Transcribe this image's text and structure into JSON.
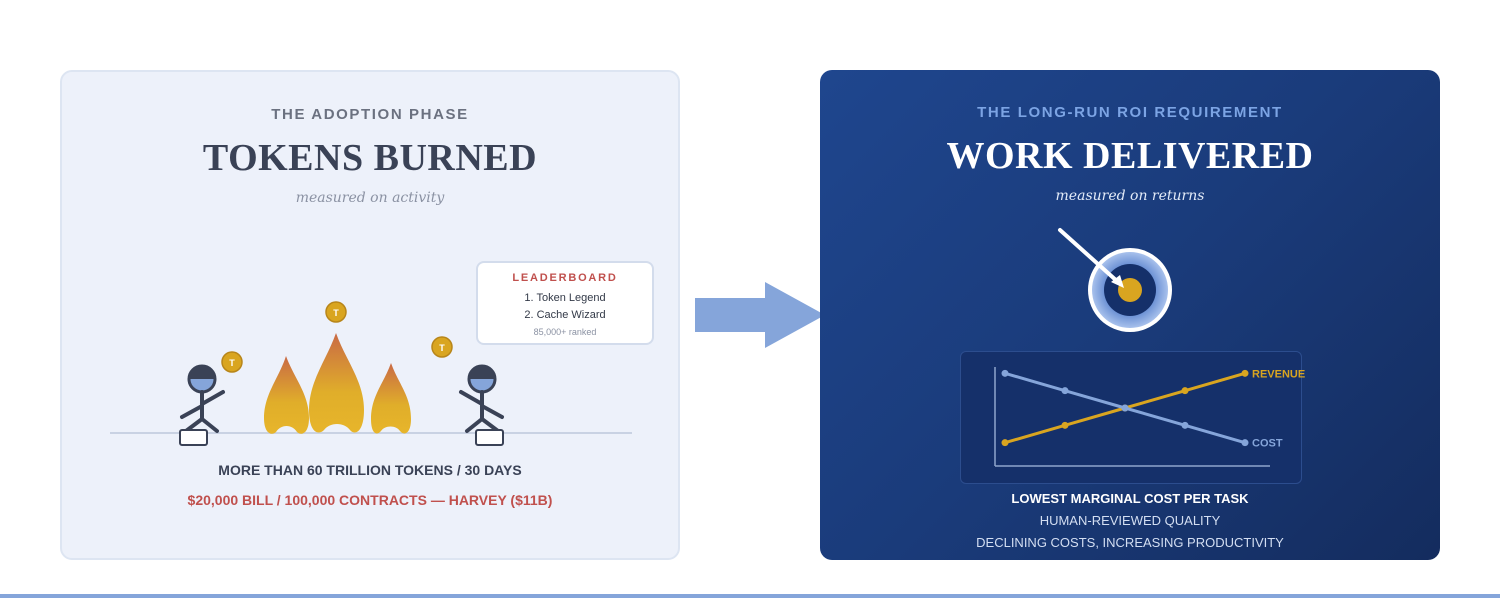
{
  "left": {
    "kicker": "THE ADOPTION PHASE",
    "title": "TOKENS BURNED",
    "subtitle": "measured on activity",
    "coin_letter": "T",
    "leaderboard": {
      "title": "LEADERBOARD",
      "items": [
        "1. Token Legend",
        "2. Cache Wizard"
      ],
      "note": "85,000+ ranked"
    },
    "stat_main": "MORE THAN 60 TRILLION TOKENS / 30 DAYS",
    "stat_sub": "$20,000 BILL / 100,000 CONTRACTS — HARVEY ($11B)"
  },
  "right": {
    "kicker": "THE LONG-RUN ROI REQUIREMENT",
    "title": "WORK DELIVERED",
    "subtitle": "measured on returns",
    "metrics": [
      "LOWEST MARGINAL COST PER TASK",
      "HUMAN-REVIEWED QUALITY",
      "DECLINING COSTS, INCREASING PRODUCTIVITY"
    ]
  },
  "icons": [
    "stick-figure-icon",
    "laptop-icon",
    "flame-icon",
    "token-coin-icon",
    "arrow-right-icon",
    "target-icon",
    "dart-icon"
  ],
  "colors": {
    "left_bg": "#edf1fa",
    "right_bg": "#1a3b7a",
    "accent_red": "#c0504d",
    "gold": "#d9a520",
    "light_blue": "#85a5da",
    "dark_text": "#3a4256"
  },
  "chart_data": {
    "type": "line",
    "x": [
      1,
      2,
      3,
      4,
      5
    ],
    "series": [
      {
        "name": "REVENUE",
        "values": [
          1,
          2,
          3,
          4,
          5
        ]
      },
      {
        "name": "COST",
        "values": [
          5,
          4,
          3,
          2,
          1
        ]
      }
    ],
    "ylim": [
      0,
      6
    ],
    "grid": false,
    "title": "",
    "xlabel": "",
    "ylabel": ""
  }
}
